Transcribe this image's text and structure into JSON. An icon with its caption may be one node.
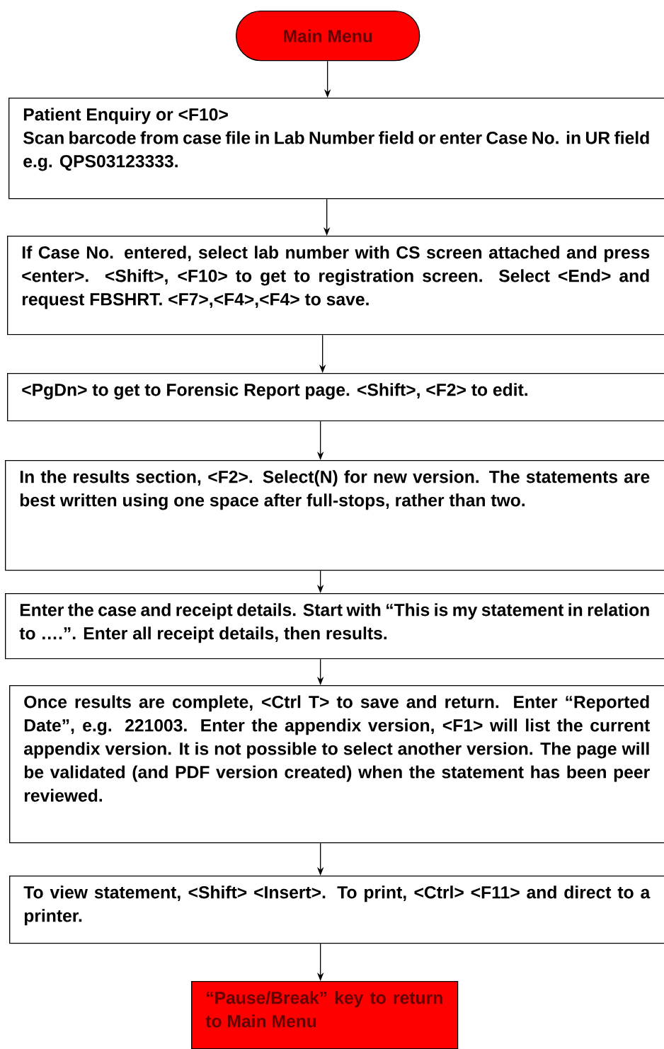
{
  "diagram": {
    "nodes": [
      {
        "text": [
          "Main Menu"
        ]
      },
      {
        "text": [
          "Patient Enquiry or <F10>",
          "Scan barcode from case file in Lab Number field or enter Case No. in UR field e.g. QPS03123333."
        ]
      },
      {
        "text": [
          "If Case No. entered, select lab number with CS screen attached and press <enter>. <Shift>, <F10> to get to registration screen. Select <End> and request FBSHRT.  <F7>,<F4>,<F4> to save."
        ]
      },
      {
        "text": [
          "<PgDn> to get to Forensic Report page. <Shift>, <F2> to edit."
        ]
      },
      {
        "text": [
          "In the results section, <F2>.  Select(N) for new version.  The statements are best written using one space after full-stops, rather than two."
        ]
      },
      {
        "text": [
          "Enter the case and receipt details.  Start with “This is my statement in relation to ….”.  Enter all receipt details, then results."
        ]
      },
      {
        "text": [
          "Once results are complete, <Ctrl T> to save and return.  Enter “Reported Date”, e.g. 221003. Enter the appendix version, <F1> will list the current appendix version.  It is not possible to select another version. The page will be validated (and PDF version created) when the statement has been peer reviewed."
        ]
      },
      {
        "text": [
          "To view statement, <Shift> <Insert>.  To print, <Ctrl> <F11> and direct to a printer."
        ]
      },
      {
        "text": [
          "“Pause/Break” key to return to Main Menu"
        ]
      }
    ],
    "edges": [
      {
        "from": 0,
        "to": 1,
        "arrow": "to"
      },
      {
        "from": 1,
        "to": 2,
        "arrow": "to"
      },
      {
        "from": 2,
        "to": 3,
        "arrow": "to"
      },
      {
        "from": 3,
        "to": 4,
        "arrow": "to"
      },
      {
        "from": 4,
        "to": 5,
        "arrow": "to"
      },
      {
        "from": 5,
        "to": 6,
        "arrow": "to"
      },
      {
        "from": 6,
        "to": 7,
        "arrow": "to"
      },
      {
        "from": 7,
        "to": 8,
        "arrow": "to"
      }
    ]
  }
}
